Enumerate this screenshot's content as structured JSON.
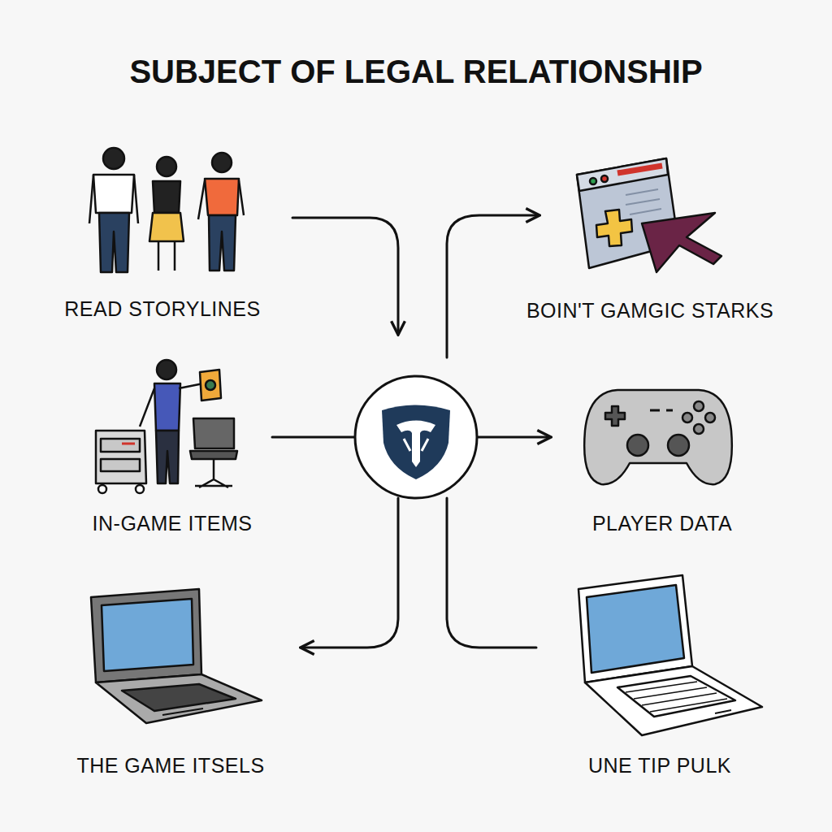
{
  "diagram": {
    "title": "SUBJECT OF LEGAL RELATIONSHIP",
    "nodes": [
      {
        "text": [
          "READ STORYLINES"
        ]
      },
      {
        "text": [
          "BOIN'T GAMGIC STARKS"
        ]
      },
      {
        "text": [
          "IN-GAME ITEMS"
        ]
      },
      {
        "text": [
          "PLAYER DATA"
        ]
      },
      {
        "text": [
          "THE GAME ITSELS"
        ]
      },
      {
        "text": [
          "UNE TIP PULK"
        ]
      }
    ]
  }
}
